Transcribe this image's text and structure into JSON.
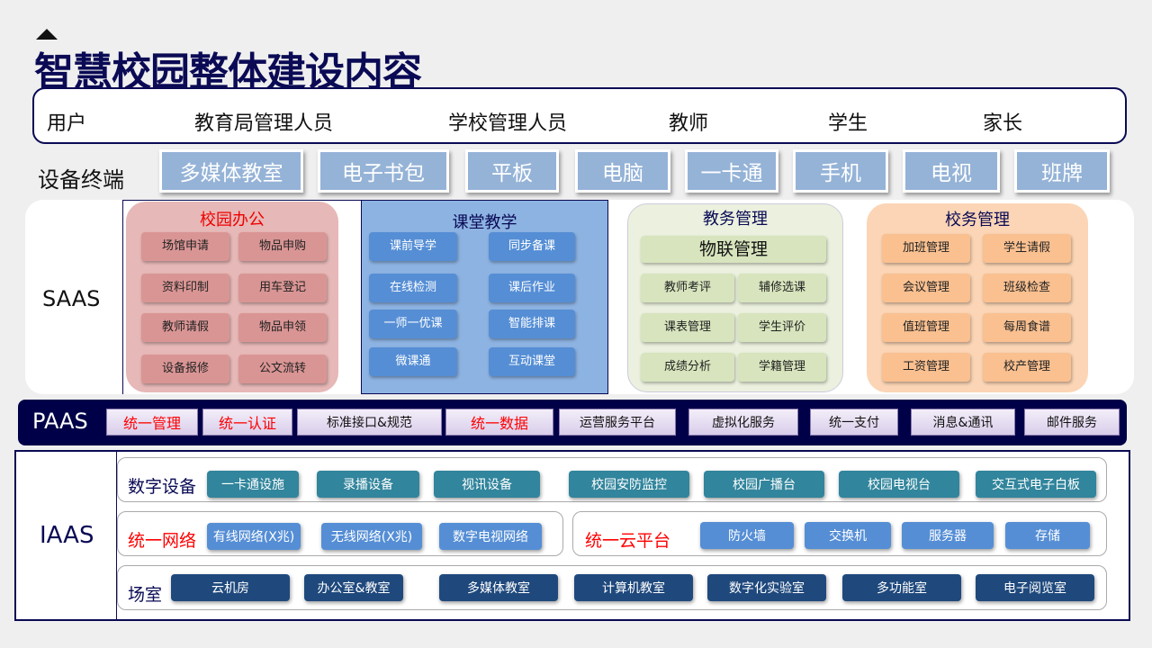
{
  "title": "智慧校园整体建设内容",
  "users": {
    "label": "用户",
    "items": [
      "教育局管理人员",
      "学校管理人员",
      "教师",
      "学生",
      "家长"
    ]
  },
  "devices": {
    "label": "设备终端",
    "items": [
      "多媒体教室",
      "电子书包",
      "平板",
      "电脑",
      "一卡通",
      "手机",
      "电视",
      "班牌"
    ]
  },
  "saas": {
    "label": "SAAS",
    "office": {
      "title": "校园办公",
      "items": [
        "场馆申请",
        "物品申购",
        "资料印制",
        "用车登记",
        "教师请假",
        "物品申领",
        "设备报修",
        "公文流转"
      ]
    },
    "teaching": {
      "title": "课堂教学",
      "items": [
        "课前导学",
        "同步备课",
        "在线检测",
        "课后作业",
        "一师一优课",
        "智能排课",
        "微课通",
        "互动课堂"
      ]
    },
    "academic": {
      "title": "教务管理",
      "main": "物联管理",
      "items": [
        "教师考评",
        "辅修选课",
        "课表管理",
        "学生评价",
        "成绩分析",
        "学籍管理"
      ]
    },
    "admin": {
      "title": "校务管理",
      "items": [
        "加班管理",
        "学生请假",
        "会议管理",
        "班级检查",
        "值班管理",
        "每周食谱",
        "工资管理",
        "校产管理"
      ]
    }
  },
  "paas": {
    "label": "PAAS",
    "items": [
      "统一管理",
      "统一认证",
      "标准接口&规范",
      "统一数据",
      "运营服务平台",
      "虚拟化服务",
      "统一支付",
      "消息&通讯",
      "邮件服务"
    ]
  },
  "iaas": {
    "label": "IAAS",
    "digital": {
      "label": "数字设备",
      "items": [
        "一卡通设施",
        "录播设备",
        "视讯设备",
        "校园安防监控",
        "校园广播台",
        "校园电视台",
        "交互式电子白板"
      ]
    },
    "network": {
      "label": "统一网络",
      "items": [
        "有线网络(X兆)",
        "无线网络(X兆)",
        "数字电视网络"
      ]
    },
    "cloud": {
      "label": "统一云平台",
      "items": [
        "防火墙",
        "交换机",
        "服务器",
        "存储"
      ]
    },
    "rooms": {
      "label": "场室",
      "items": [
        "云机房",
        "办公室&教室",
        "多媒体教室",
        "计算机教室",
        "数字化实验室",
        "多功能室",
        "电子阅览室"
      ]
    }
  },
  "colors": {
    "title": "#0a0a55",
    "device": "#95b3d7",
    "office": "#e6b8b7",
    "teaching": "#8db3e2",
    "academic": "#ebf1de",
    "admin": "#fbd5b5",
    "paas": "#000048",
    "digital": "#31859c",
    "network": "#558ed5",
    "rooms": "#1f497d",
    "red": "#ff0000"
  }
}
